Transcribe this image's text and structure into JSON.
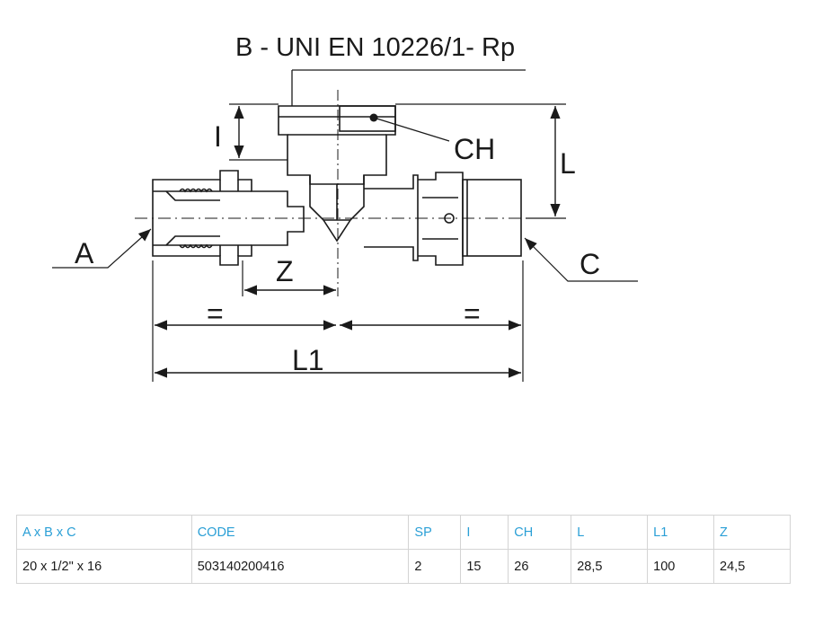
{
  "drawing": {
    "title": "B - UNI EN 10226/1- Rp",
    "labels": {
      "a": "A",
      "c": "C",
      "ch": "CH",
      "l": "L",
      "i": "I",
      "z": "Z",
      "l1": "L1",
      "equal_left": "=",
      "equal_right": "="
    }
  },
  "table": {
    "headers": [
      "A x B x C",
      "CODE",
      "SP",
      "I",
      "CH",
      "L",
      "L1",
      "Z"
    ],
    "rows": [
      [
        "20 x 1/2\" x 16",
        "503140200416",
        "2",
        "15",
        "26",
        "28,5",
        "100",
        "24,5"
      ]
    ]
  },
  "colors": {
    "header_text": "#2a9fd6",
    "line": "#1a1a1a",
    "border": "#d4d4d4"
  }
}
